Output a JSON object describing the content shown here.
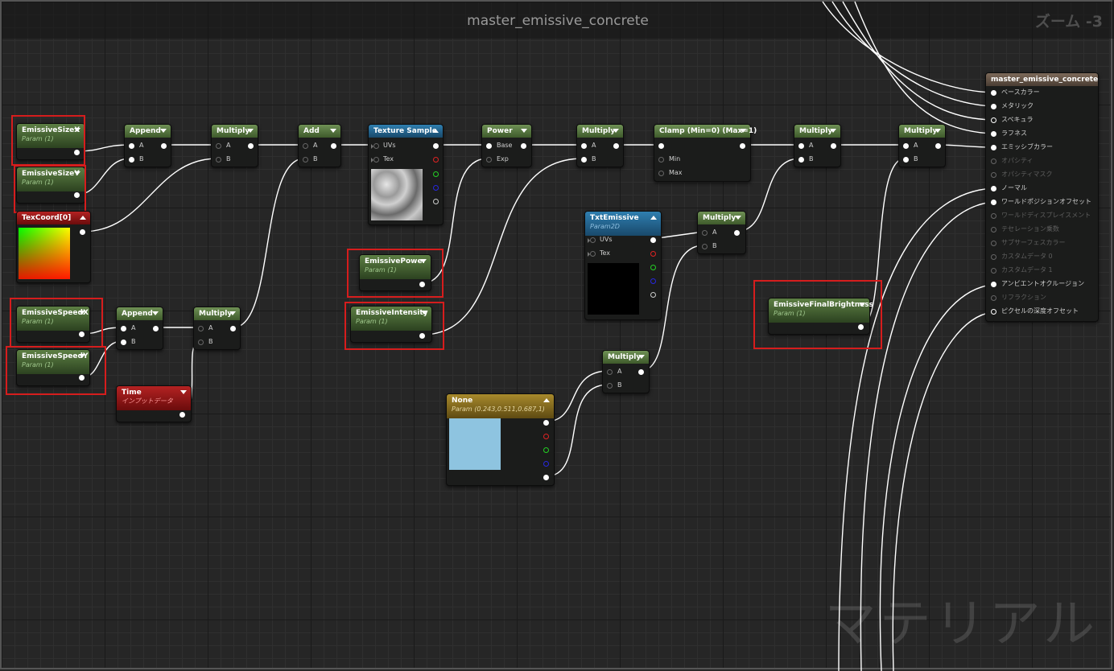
{
  "window": {
    "title": "master_emissive_concrete",
    "zoom_label": "ズーム -3",
    "watermark": "マテリアル"
  },
  "nodes": {
    "size_x": {
      "title": "EmissiveSizeX",
      "subtitle": "Param (1)"
    },
    "size_y": {
      "title": "EmissiveSizeY",
      "subtitle": "Param (1)"
    },
    "texcoord": {
      "title": "TexCoord[0]"
    },
    "append1": {
      "title": "Append",
      "in_a": "A",
      "in_b": "B"
    },
    "multiply1": {
      "title": "Multiply",
      "in_a": "A",
      "in_b": "B"
    },
    "add1": {
      "title": "Add",
      "in_a": "A",
      "in_b": "B"
    },
    "texture_sample": {
      "title": "Texture Sample",
      "in_uvs": "UVs",
      "in_tex": "Tex"
    },
    "power1": {
      "title": "Power",
      "in_base": "Base",
      "in_exp": "Exp"
    },
    "multiply2": {
      "title": "Multiply",
      "in_a": "A",
      "in_b": "B"
    },
    "clamp1": {
      "title": "Clamp (Min=0) (Max=1)",
      "in_min": "Min",
      "in_max": "Max"
    },
    "multiply3": {
      "title": "Multiply",
      "in_a": "A",
      "in_b": "B"
    },
    "multiply4": {
      "title": "Multiply",
      "in_a": "A",
      "in_b": "B"
    },
    "speed_x": {
      "title": "EmissiveSpeedX",
      "subtitle": "Param (1)"
    },
    "speed_y": {
      "title": "EmissiveSpeedY",
      "subtitle": "Param (1)"
    },
    "append2": {
      "title": "Append",
      "in_a": "A",
      "in_b": "B"
    },
    "multiply5": {
      "title": "Multiply",
      "in_a": "A",
      "in_b": "B"
    },
    "time": {
      "title": "Time",
      "subtitle": "インプットデータ"
    },
    "emissive_power": {
      "title": "EmissivePower",
      "subtitle": "Param (1)"
    },
    "emissive_intensity": {
      "title": "EmissiveIntensity",
      "subtitle": "Param (1)"
    },
    "txt_emissive": {
      "title": "TxtEmissive",
      "subtitle": "Param2D",
      "in_uvs": "UVs",
      "in_tex": "Tex"
    },
    "multiply6": {
      "title": "Multiply",
      "in_a": "A",
      "in_b": "B"
    },
    "final_brightness": {
      "title": "EmissiveFinalBrightness",
      "subtitle": "Param (1)"
    },
    "multiply7": {
      "title": "Multiply",
      "in_a": "A",
      "in_b": "B"
    },
    "none_vector": {
      "title": "None",
      "subtitle": "Param (0.243,0.511,0.687,1)"
    }
  },
  "result_node": {
    "title": "master_emissive_concrete",
    "inputs": [
      {
        "label": "ベースカラー",
        "enabled": true
      },
      {
        "label": "メタリック",
        "enabled": true
      },
      {
        "label": "スペキュラ",
        "enabled": true
      },
      {
        "label": "ラフネス",
        "enabled": true
      },
      {
        "label": "エミッシブカラー",
        "enabled": true
      },
      {
        "label": "オパシティ",
        "enabled": false
      },
      {
        "label": "オパシティマスク",
        "enabled": false
      },
      {
        "label": "ノーマル",
        "enabled": true
      },
      {
        "label": "ワールドポジションオフセット",
        "enabled": true
      },
      {
        "label": "ワールドディスプレイスメント",
        "enabled": false
      },
      {
        "label": "テセレーション乗数",
        "enabled": false
      },
      {
        "label": "サブサーフェスカラー",
        "enabled": false
      },
      {
        "label": "カスタムデータ 0",
        "enabled": false
      },
      {
        "label": "カスタムデータ 1",
        "enabled": false
      },
      {
        "label": "アンビエントオクルージョン",
        "enabled": true
      },
      {
        "label": "リフラクション",
        "enabled": false
      },
      {
        "label": "ピクセルの深度オフセット",
        "enabled": true
      }
    ]
  },
  "colors": {
    "param_header": "#6f9155",
    "texcoord_header": "#b42222",
    "texture_header": "#2f7fb0",
    "vector_header": "#a88a2c",
    "result_header": "#7d6a5a",
    "selection_outline": "#d61d1d",
    "wire": "#ffffff",
    "vector_preview": "#8ec4e0"
  }
}
